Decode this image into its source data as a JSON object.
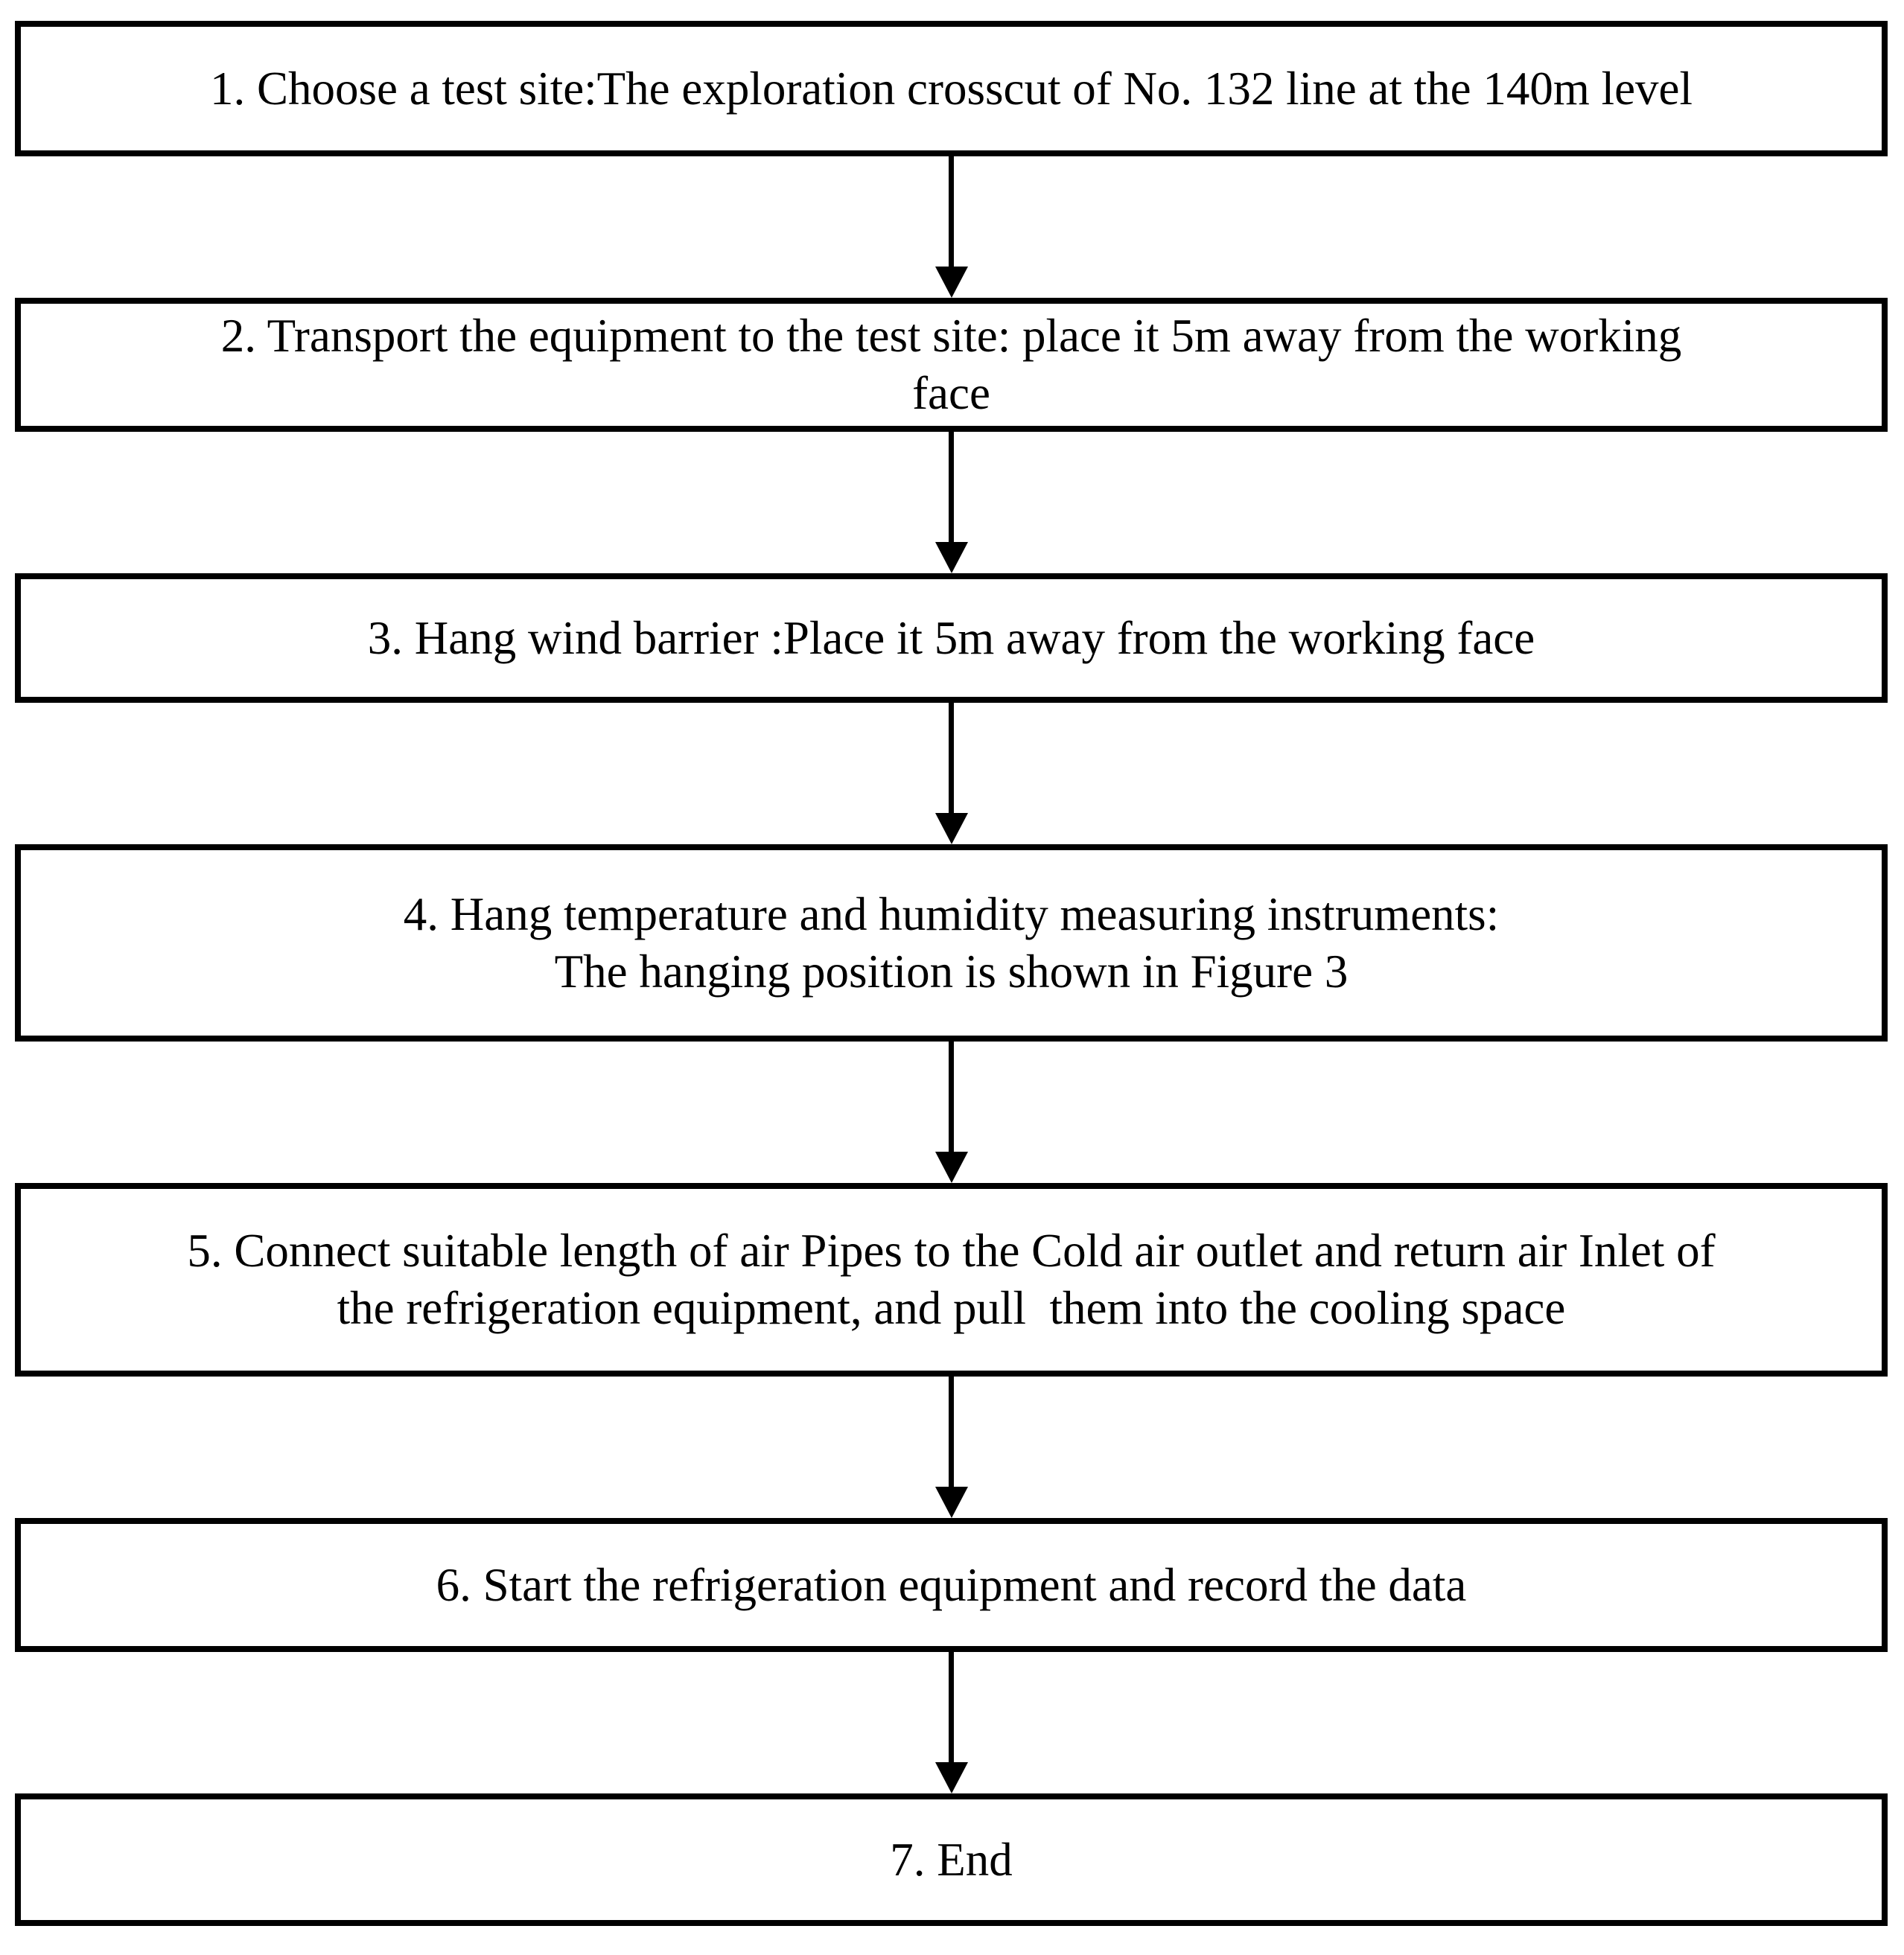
{
  "flowchart": {
    "type": "flowchart",
    "direction": "top-down",
    "connector": "arrow-down",
    "colors": {
      "box_border": "#000000",
      "text": "#000000",
      "background": "#ffffff",
      "arrow": "#000000"
    },
    "steps": [
      {
        "id": "step-1",
        "lines": [
          "1. Choose a test site:The exploration crosscut of No. 132 line at the 140m level"
        ]
      },
      {
        "id": "step-2",
        "lines": [
          "2. Transport the equipment to the test site: place it 5m away from the working",
          "face"
        ]
      },
      {
        "id": "step-3",
        "lines": [
          "3. Hang wind barrier :Place it 5m away from the working face"
        ]
      },
      {
        "id": "step-4",
        "lines": [
          "4. Hang temperature and humidity measuring instruments:",
          "The hanging position is shown in Figure 3"
        ]
      },
      {
        "id": "step-5",
        "lines": [
          "5. Connect suitable length of air Pipes to the Cold air outlet and return air Inlet of",
          "the refrigeration equipment, and pull  them into the cooling space"
        ]
      },
      {
        "id": "step-6",
        "lines": [
          "6. Start the refrigeration equipment and record the data"
        ]
      },
      {
        "id": "step-7",
        "lines": [
          "7. End"
        ]
      }
    ]
  }
}
